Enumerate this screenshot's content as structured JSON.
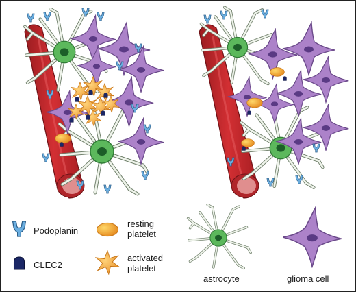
{
  "legend": {
    "podoplanin": "Podoplanin",
    "clec2": "CLEC2",
    "resting_platelet": [
      "resting",
      "platelet"
    ],
    "activated_platelet": [
      "activated",
      "platelet"
    ],
    "astrocyte": "astrocyte",
    "glioma_cell": "glioma cell"
  },
  "colors": {
    "vessel": "#c4272b",
    "vessel_dark": "#8e1a1e",
    "vessel_lumen": "#e08e8e",
    "astrocyte_body": "#5cb85c",
    "astrocyte_nucleus": "#1e6b2e",
    "astrocyte_process": "#e8efe4",
    "glioma_body": "#a77dc2",
    "glioma_nucleus": "#5e3b86",
    "podoplanin": "#5fa2d8",
    "clec2": "#1a2a6b",
    "platelet_resting": "#f0b028",
    "platelet_activated": "#f2a93c"
  }
}
